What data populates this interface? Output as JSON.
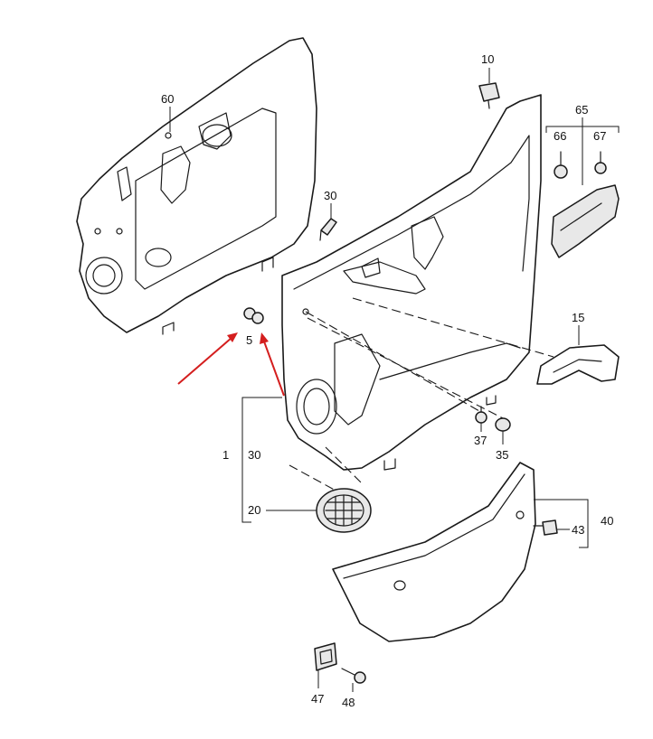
{
  "diagram": {
    "callouts": [
      {
        "id": "c60",
        "label": "60"
      },
      {
        "id": "c10",
        "label": "10"
      },
      {
        "id": "c65",
        "label": "65"
      },
      {
        "id": "c66",
        "label": "66"
      },
      {
        "id": "c67",
        "label": "67"
      },
      {
        "id": "c30a",
        "label": "30"
      },
      {
        "id": "c15",
        "label": "15"
      },
      {
        "id": "c5",
        "label": "5"
      },
      {
        "id": "c1",
        "label": "1"
      },
      {
        "id": "c30b",
        "label": "30"
      },
      {
        "id": "c37",
        "label": "37"
      },
      {
        "id": "c35",
        "label": "35"
      },
      {
        "id": "c20",
        "label": "20"
      },
      {
        "id": "c43",
        "label": "43"
      },
      {
        "id": "c40",
        "label": "40"
      },
      {
        "id": "c47",
        "label": "47"
      },
      {
        "id": "c48",
        "label": "48"
      }
    ],
    "colors": {
      "line": "#1a1a1a",
      "highlight_arrow": "#d41e1e",
      "background": "#ffffff"
    }
  }
}
